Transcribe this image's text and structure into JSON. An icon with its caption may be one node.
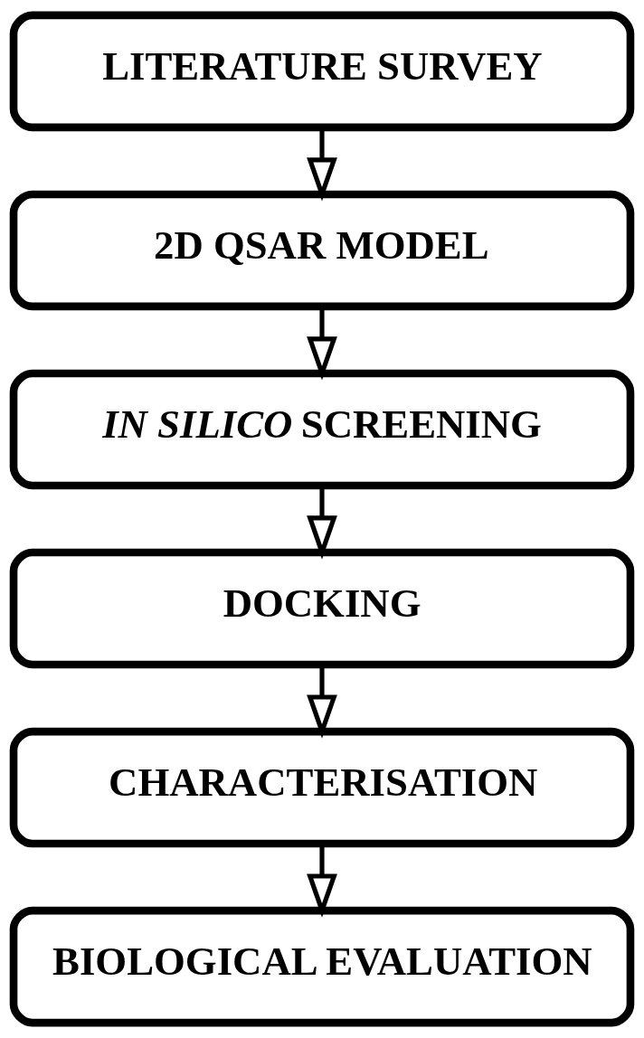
{
  "diagram": {
    "nodes": [
      {
        "text": [
          "LITERATURE SURVEY"
        ]
      },
      {
        "text": [
          "2D QSAR MODEL"
        ]
      },
      {
        "text": [
          "*IN SILICO* SCREENING"
        ]
      },
      {
        "text": [
          "DOCKING"
        ]
      },
      {
        "text": [
          "CHARACTERISATION"
        ]
      },
      {
        "text": [
          "BIOLOGICAL EVALUATION"
        ]
      }
    ],
    "edges": [
      {
        "from": 0,
        "to": 1,
        "arrow": "to"
      },
      {
        "from": 1,
        "to": 2,
        "arrow": "to"
      },
      {
        "from": 2,
        "to": 3,
        "arrow": "to"
      },
      {
        "from": 3,
        "to": 4,
        "arrow": "to"
      },
      {
        "from": 4,
        "to": 5,
        "arrow": "to"
      }
    ]
  }
}
